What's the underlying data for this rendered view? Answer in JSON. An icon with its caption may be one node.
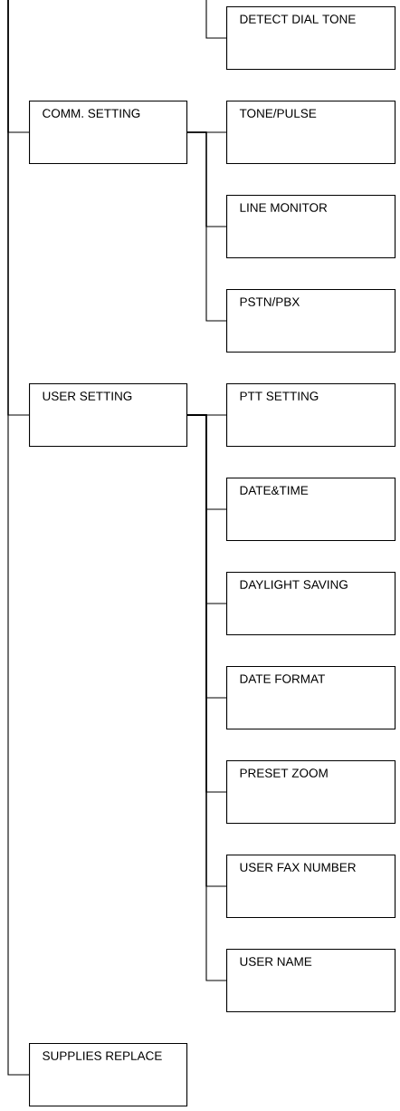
{
  "diagram": {
    "nodes": [
      {
        "text": [
          "DETECT DIAL TONE"
        ]
      },
      {
        "text": [
          "COMM. SETTING"
        ]
      },
      {
        "text": [
          "TONE/PULSE"
        ]
      },
      {
        "text": [
          "LINE MONITOR"
        ]
      },
      {
        "text": [
          "PSTN/PBX"
        ]
      },
      {
        "text": [
          "USER SETTING"
        ]
      },
      {
        "text": [
          "PTT SETTING"
        ]
      },
      {
        "text": [
          "DATE&TIME"
        ]
      },
      {
        "text": [
          "DAYLIGHT SAVING"
        ]
      },
      {
        "text": [
          "DATE FORMAT"
        ]
      },
      {
        "text": [
          "PRESET ZOOM"
        ]
      },
      {
        "text": [
          "USER FAX NUMBER"
        ]
      },
      {
        "text": [
          "USER NAME"
        ]
      },
      {
        "text": [
          "SUPPLIES REPLACE"
        ]
      }
    ],
    "edges": [
      {
        "from": null,
        "to": 0,
        "arrow": "none"
      },
      {
        "from": null,
        "to": 1,
        "arrow": "none"
      },
      {
        "from": 1,
        "to": 2,
        "arrow": "none"
      },
      {
        "from": 1,
        "to": 3,
        "arrow": "none"
      },
      {
        "from": 1,
        "to": 4,
        "arrow": "none"
      },
      {
        "from": null,
        "to": 5,
        "arrow": "none"
      },
      {
        "from": 5,
        "to": 6,
        "arrow": "none"
      },
      {
        "from": 5,
        "to": 7,
        "arrow": "none"
      },
      {
        "from": 5,
        "to": 8,
        "arrow": "none"
      },
      {
        "from": 5,
        "to": 9,
        "arrow": "none"
      },
      {
        "from": 5,
        "to": 10,
        "arrow": "none"
      },
      {
        "from": 5,
        "to": 11,
        "arrow": "none"
      },
      {
        "from": 5,
        "to": 12,
        "arrow": "none"
      },
      {
        "from": null,
        "to": 13,
        "arrow": "none"
      }
    ]
  }
}
